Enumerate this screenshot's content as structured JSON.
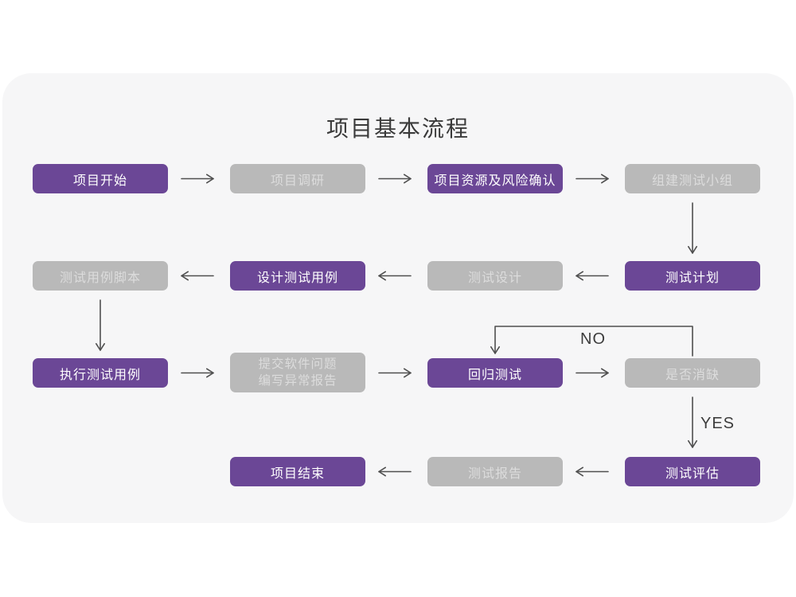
{
  "title": "项目基本流程",
  "colors": {
    "accent_purple": "#6b4796",
    "gray_box": "#b9b9b9",
    "gray_box_text": "#dcdcdc",
    "purple_box_text": "#ffffff",
    "card_background": "#f6f6f7",
    "page_background": "#ffffff",
    "arrow": "#4f4f4f",
    "title_text": "#3a3a3a"
  },
  "decision_labels": {
    "no": "NO",
    "yes": "YES"
  },
  "nodes": {
    "project_start": {
      "label": "项目开始",
      "variant": "purple"
    },
    "project_research": {
      "label": "项目调研",
      "variant": "gray"
    },
    "resource_risk": {
      "label": "项目资源及风险确认",
      "variant": "purple"
    },
    "build_team": {
      "label": "组建测试小组",
      "variant": "gray"
    },
    "test_plan": {
      "label": "测试计划",
      "variant": "purple"
    },
    "test_design": {
      "label": "测试设计",
      "variant": "gray"
    },
    "design_cases": {
      "label": "设计测试用例",
      "variant": "purple"
    },
    "case_script": {
      "label": "测试用例脚本",
      "variant": "gray"
    },
    "execute_cases": {
      "label": "执行测试用例",
      "variant": "purple"
    },
    "submit_issues": {
      "line1": "提交软件问题",
      "line2": "编写异常报告",
      "variant": "gray"
    },
    "regression": {
      "label": "回归测试",
      "variant": "purple"
    },
    "defect_cleared": {
      "label": "是否消缺",
      "variant": "gray"
    },
    "test_eval": {
      "label": "测试评估",
      "variant": "purple"
    },
    "test_report": {
      "label": "测试报告",
      "variant": "gray"
    },
    "project_end": {
      "label": "项目结束",
      "variant": "purple"
    }
  },
  "edges": [
    {
      "from": "项目开始",
      "to": "项目调研"
    },
    {
      "from": "项目调研",
      "to": "项目资源及风险确认"
    },
    {
      "from": "项目资源及风险确认",
      "to": "组建测试小组"
    },
    {
      "from": "组建测试小组",
      "to": "测试计划"
    },
    {
      "from": "测试计划",
      "to": "测试设计"
    },
    {
      "from": "测试设计",
      "to": "设计测试用例"
    },
    {
      "from": "设计测试用例",
      "to": "测试用例脚本"
    },
    {
      "from": "测试用例脚本",
      "to": "执行测试用例"
    },
    {
      "from": "执行测试用例",
      "to": "提交软件问题编写异常报告"
    },
    {
      "from": "提交软件问题编写异常报告",
      "to": "回归测试"
    },
    {
      "from": "回归测试",
      "to": "是否消缺"
    },
    {
      "from": "是否消缺",
      "to": "回归测试",
      "label": "NO"
    },
    {
      "from": "是否消缺",
      "to": "测试评估",
      "label": "YES"
    },
    {
      "from": "测试评估",
      "to": "测试报告"
    },
    {
      "from": "测试报告",
      "to": "项目结束"
    }
  ]
}
